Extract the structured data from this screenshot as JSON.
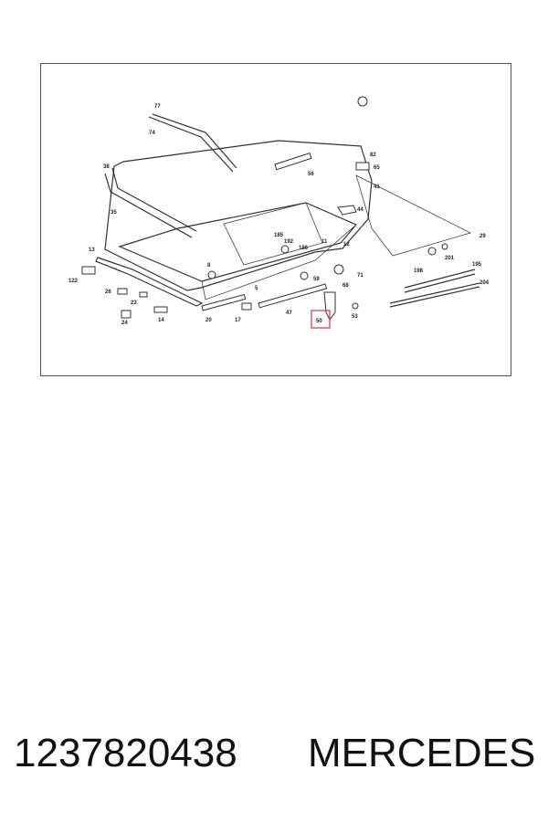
{
  "caption": {
    "part_number": "1237820438",
    "brand": "MERCEDES"
  },
  "highlight": {
    "callout": "50",
    "color": "#e0404a"
  },
  "callouts": [
    "77",
    "74",
    "38",
    "82",
    "65",
    "56",
    "41",
    "35",
    "44",
    "29",
    "13",
    "185",
    "192",
    "186",
    "11",
    "12",
    "122",
    "8",
    "59",
    "68",
    "71",
    "201",
    "195",
    "198",
    "204",
    "26",
    "23",
    "24",
    "14",
    "5",
    "20",
    "17",
    "47",
    "50",
    "53"
  ]
}
